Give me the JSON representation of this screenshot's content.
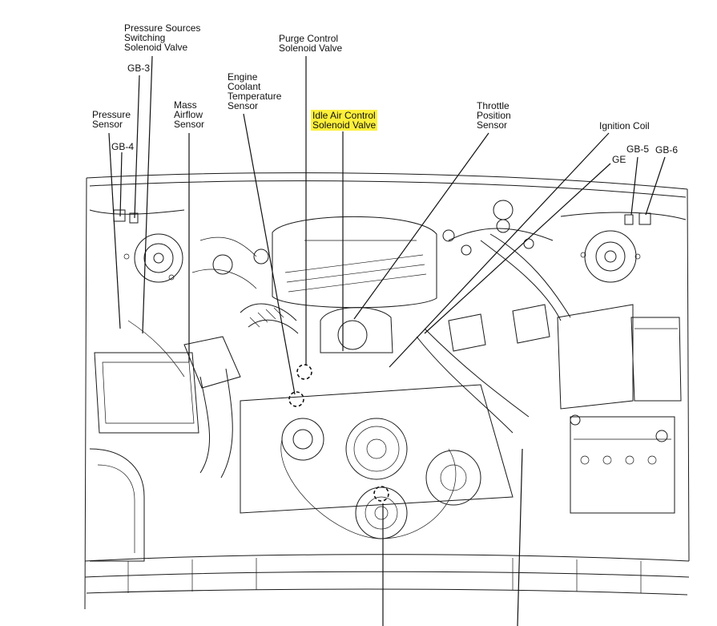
{
  "labels": {
    "pressure_sources": "Pressure Sources\nSwitching\nSolenoid Valve",
    "gb3": "GB-3",
    "purge_control": "Purge Control\nSolenoid Valve",
    "engine_coolant": "Engine\nCoolant\nTemperature\nSensor",
    "mass_airflow": "Mass\nAirflow\nSensor",
    "pressure_sensor": "Pressure\nSensor",
    "gb4": "GB-4",
    "idle_air": "Idle Air Control\nSolenoid Valve",
    "throttle_position": "Throttle\nPosition\nSensor",
    "ignition_coil": "Ignition Coil",
    "gb5": "GB-5",
    "gb6": "GB-6",
    "ge": "GE"
  },
  "highlight_color": "#fdf03a"
}
